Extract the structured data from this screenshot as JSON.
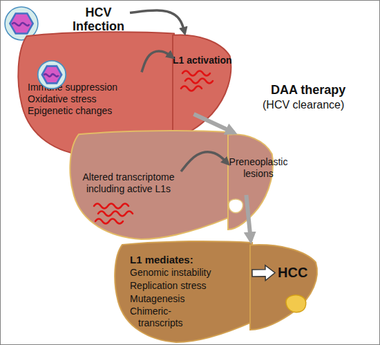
{
  "diagram": {
    "nodes": [
      {
        "text": [
          "HCV Infection"
        ]
      },
      {
        "text": [
          "Immune suppression",
          "Oxidative stress",
          "Epigenetic changes"
        ]
      },
      {
        "text": [
          "L1 activation"
        ]
      },
      {
        "text": [
          "Altered transcriptome including active L1s"
        ]
      },
      {
        "text": [
          "Preneoplastic lesions"
        ]
      },
      {
        "text": [
          "L1 mediates:",
          "Genomic instability",
          "Replication stress",
          "Mutagenesis",
          "Chimeric- transcripts"
        ]
      },
      {
        "text": [
          "HCC"
        ]
      }
    ],
    "edges": [
      {
        "from": 0,
        "to": 2,
        "arrow": "to"
      },
      {
        "from": 1,
        "to": 2,
        "arrow": "to"
      },
      {
        "from": 2,
        "to": 4,
        "arrow": "to"
      },
      {
        "from": 3,
        "to": 4,
        "arrow": "to"
      },
      {
        "from": 4,
        "to": 5,
        "arrow": "to"
      },
      {
        "from": 5,
        "to": 6,
        "arrow": "to"
      }
    ],
    "labels": [
      "DAA therapy",
      "(HCV clearance)"
    ]
  }
}
